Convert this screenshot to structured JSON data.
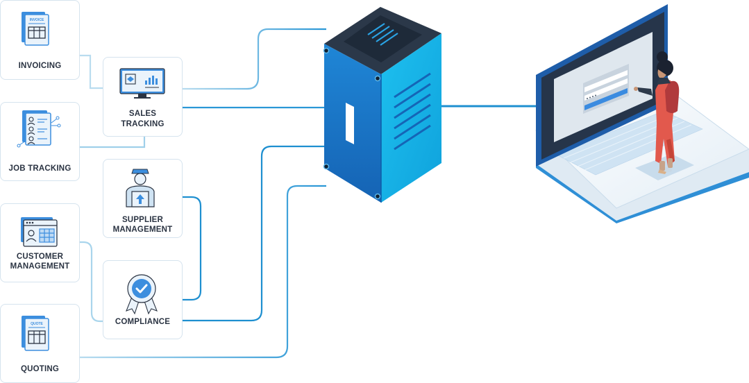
{
  "modules": {
    "invoicing": {
      "label": "INVOICING",
      "doc_tag": "INVOICE"
    },
    "job_tracking": {
      "label": "JOB TRACKING"
    },
    "customer_management": {
      "label_line1": "CUSTOMER",
      "label_line2": "MANAGEMENT"
    },
    "quoting": {
      "label": "QUOTING",
      "doc_tag": "QUOTE"
    },
    "sales_tracking": {
      "label_line1": "SALES",
      "label_line2": "TRACKING"
    },
    "supplier_management": {
      "label_line1": "SUPPLIER",
      "label_line2": "MANAGEMENT"
    },
    "compliance": {
      "label": "COMPLIANCE"
    }
  },
  "icons": {
    "invoicing": "invoice-document-icon",
    "job_tracking": "job-list-icon",
    "customer_management": "customer-table-icon",
    "quoting": "quote-document-icon",
    "sales_tracking": "sales-monitor-icon",
    "supplier_management": "supplier-person-icon",
    "compliance": "compliance-ribbon-icon",
    "server": "server-tower",
    "laptop": "laptop-login-screen",
    "person": "person-with-backpack"
  },
  "colors": {
    "line_dark": "#1e8fd0",
    "line_light": "#9ccbe6",
    "server_front": "#1a78c9",
    "server_side": "#16b4e8",
    "icon_blue": "#3c8ede"
  }
}
